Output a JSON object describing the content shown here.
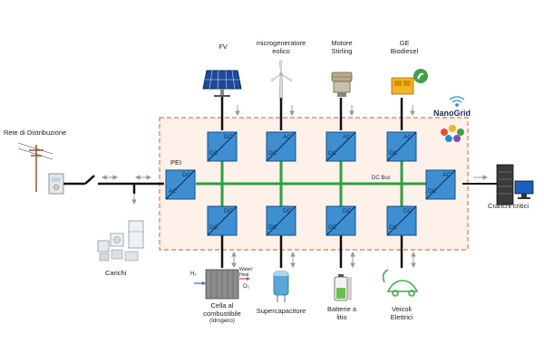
{
  "sources": {
    "fv": "FV",
    "wind": "microgeneratore\neolico",
    "stirling": "Motore\nStirling",
    "ge": "GE\nBiodiesel"
  },
  "grid": {
    "label": "Rete di Distribuzione"
  },
  "loads": {
    "label": "Carichi"
  },
  "critical_loads": {
    "label": "Crarichi critici"
  },
  "storage": {
    "fuel_cell": "Cella al\ncombustibile",
    "fuel_cell_sub": "(Idrogeno)",
    "supercap": "Supercapacitore",
    "battery": "Batterie a\nlitio",
    "ev": "Veicoli\nElettrici"
  },
  "fuel_cell_inputs": {
    "h2": "H₂",
    "o2": "O₂",
    "water": "Water/\nHeat"
  },
  "pei": {
    "label": "PEI",
    "top": "DC",
    "bottom": "AC"
  },
  "bus": {
    "label": "DC Bus"
  },
  "brand": {
    "name": "NanoGrid"
  },
  "converters": {
    "top": [
      {
        "top": "DC",
        "bottom": "DC"
      },
      {
        "top": "AC",
        "bottom": "DC"
      },
      {
        "top": "AC",
        "bottom": "DC"
      },
      {
        "top": "AC",
        "bottom": "DC"
      }
    ],
    "bottom": [
      {
        "top": "DC",
        "bottom": "DC"
      },
      {
        "top": "DC",
        "bottom": "DC"
      },
      {
        "top": "DC",
        "bottom": "DC"
      },
      {
        "top": "DC",
        "bottom": "DC"
      }
    ],
    "right": {
      "top": "AC",
      "bottom": "DC"
    }
  },
  "colors": {
    "converter_fill": "#3d8fd1",
    "converter_border": "#1b4f80",
    "bus_green": "#2ea043",
    "dashed_border": "#e8734a",
    "panel_fill": "#fdf1ea",
    "line": "#111111"
  }
}
